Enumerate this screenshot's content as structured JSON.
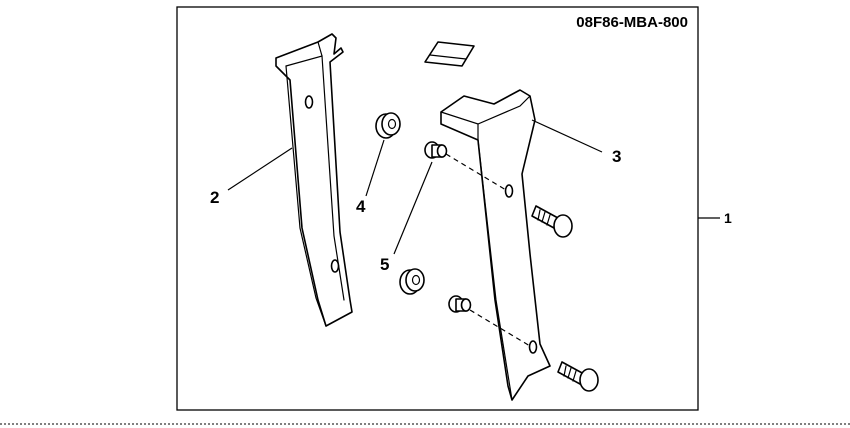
{
  "diagram": {
    "part_code": "08F86-MBA-800",
    "callouts": {
      "kit": "1",
      "left_bracket": "2",
      "right_bracket": "3",
      "nut": "4",
      "collar": "5"
    }
  }
}
